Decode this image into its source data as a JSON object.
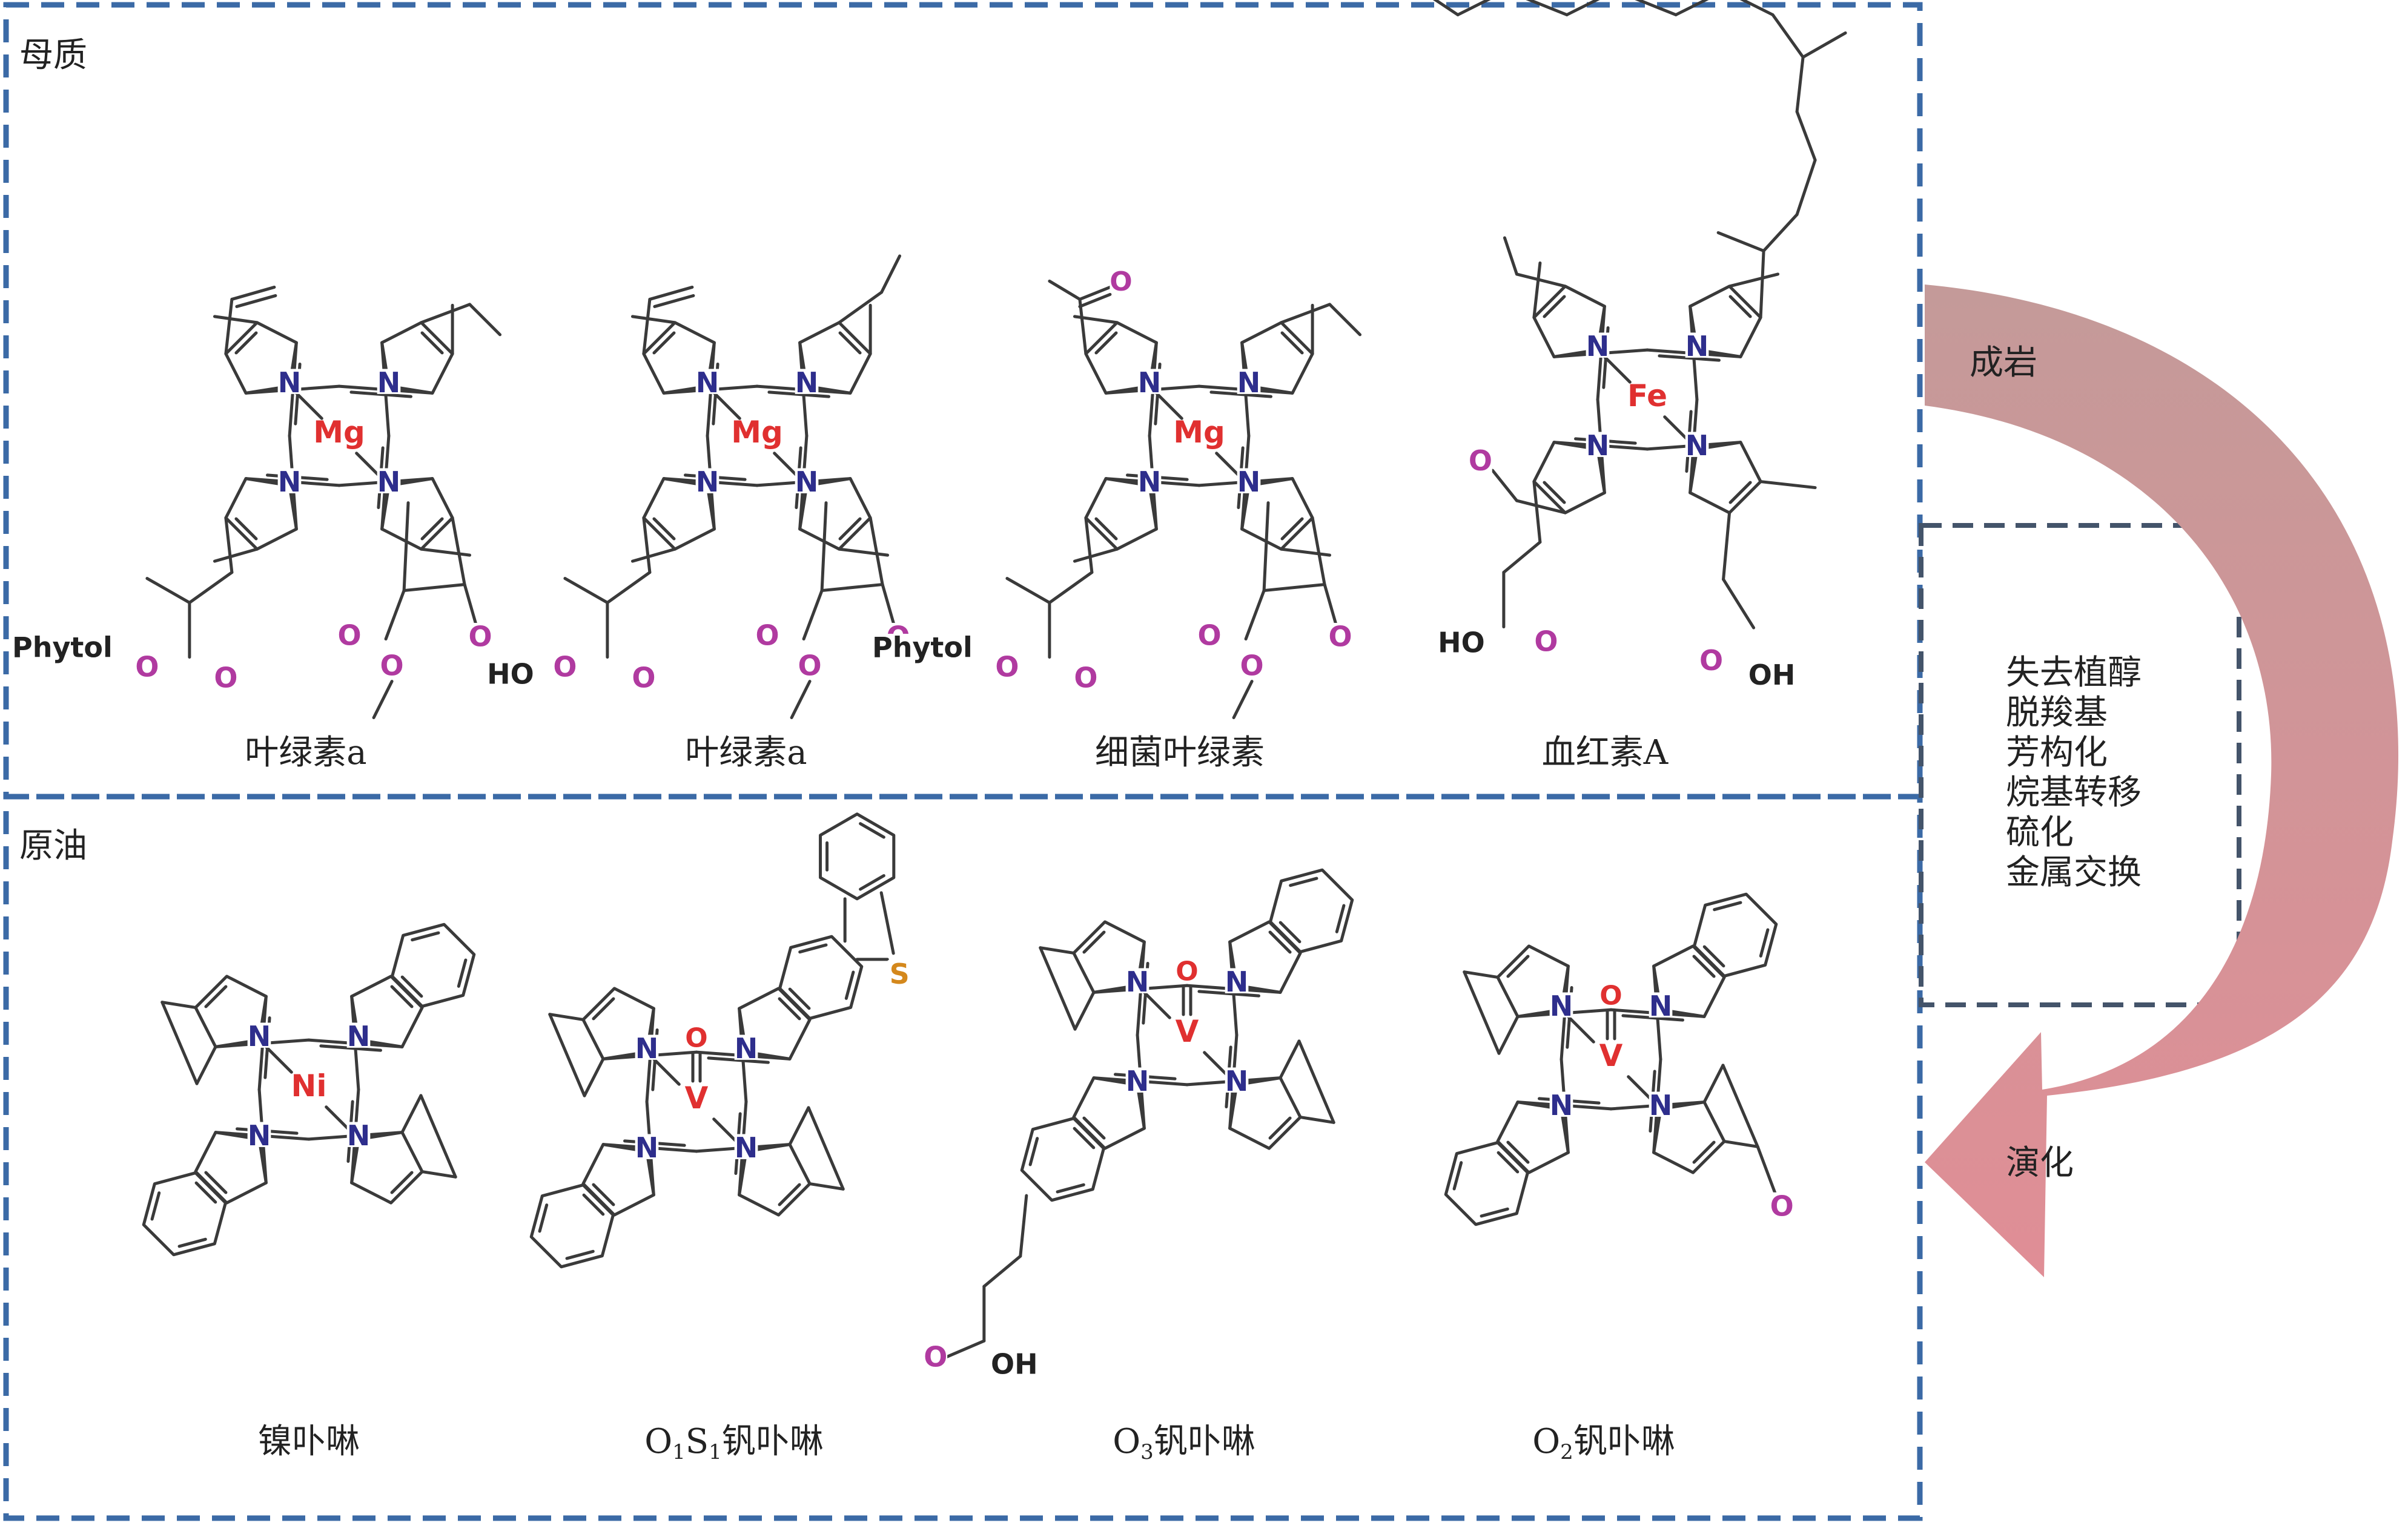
{
  "colors": {
    "box_border": "#3b6aa6",
    "step_box_border": "#44546a",
    "arrow_top": "#c49a99",
    "arrow_bottom": "#e08e96",
    "bond": "#3a3a3a",
    "nitrogen": "#2e2e8c",
    "metal": "#e03030",
    "oxygen": "#b03aa0",
    "sulfur": "#d4881c",
    "phytol": "#222222"
  },
  "sections": {
    "source": {
      "label": "母质"
    },
    "crude": {
      "label": "原油"
    }
  },
  "arrow": {
    "top_label": "成岩",
    "bottom_label": "演化"
  },
  "processes": [
    "失去植醇",
    "脱羧基",
    "芳构化",
    "烷基转移",
    "硫化",
    "金属交换"
  ],
  "molecules_top": [
    {
      "caption": "叶绿素a",
      "metal": "Mg",
      "ester": "Phytol",
      "het1": "O",
      "het2": "O",
      "het3": "O"
    },
    {
      "caption": "叶绿素a",
      "metal": "Mg",
      "ester": "HO",
      "het1": "O",
      "het2": "O",
      "het3": "O"
    },
    {
      "caption": "细菌叶绿素",
      "metal": "Mg",
      "ester": "Phytol",
      "het1": "O",
      "het2": "O",
      "het3": "O",
      "acetyl": "O"
    },
    {
      "caption": "血红素A",
      "metal": "Fe",
      "acid1": "HO",
      "acid2": "OH",
      "aldehyde": "O"
    }
  ],
  "molecules_bottom": [
    {
      "caption_parts": [
        "镍卟啉"
      ],
      "metal": "Ni"
    },
    {
      "caption_parts": [
        "O",
        "1",
        "S",
        "1",
        "钒卟啉"
      ],
      "metal": "V",
      "oxo": "O",
      "sulfur": "S"
    },
    {
      "caption_parts": [
        "O",
        "3",
        "钒卟啉"
      ],
      "metal": "V",
      "oxo": "O",
      "acid": "OH",
      "acid_o": "O"
    },
    {
      "caption_parts": [
        "O",
        "2",
        "钒卟啉"
      ],
      "metal": "V",
      "oxo": "O",
      "keto": "O"
    }
  ],
  "atoms": {
    "nitrogen": "N"
  }
}
